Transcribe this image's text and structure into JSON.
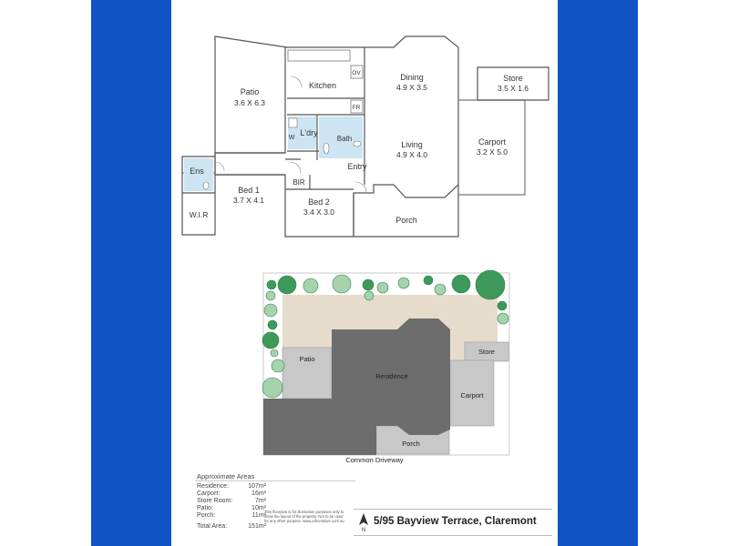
{
  "colors": {
    "side_bars": "#1053c4",
    "wall": "#555555",
    "residence": "#6d6d6d",
    "outdoor": "#c8c8c8",
    "courtyard": "#e6dccb",
    "wet_area": "#cde4f3",
    "tree_light": "#a6d3ad",
    "tree_dark": "#3d9a5a"
  },
  "floorplan": {
    "rooms": {
      "patio": {
        "name": "Patio",
        "size": "3.6 X 6.3"
      },
      "kitchen": {
        "name": "Kitchen"
      },
      "dining": {
        "name": "Dining",
        "size": "4.9 X 3.5"
      },
      "store": {
        "name": "Store",
        "size": "3.5 X 1.6"
      },
      "living": {
        "name": "Living",
        "size": "4.9 X 4.0"
      },
      "carport": {
        "name": "Carport",
        "size": "3.2 X 5.0"
      },
      "laundry": {
        "name": "L'dry"
      },
      "bath": {
        "name": "Bath"
      },
      "entry": {
        "name": "Entry"
      },
      "ensuite": {
        "name": "Ens"
      },
      "bed1": {
        "name": "Bed 1",
        "size": "3.7 X 4.1"
      },
      "bed2": {
        "name": "Bed 2",
        "size": "3.4 X 3.0"
      },
      "bir": {
        "name": "BIR"
      },
      "wir": {
        "name": "W.I.R"
      },
      "porch": {
        "name": "Porch"
      },
      "oven": {
        "name": "OV"
      },
      "fridge": {
        "name": "FR"
      },
      "washer": {
        "name": "W"
      }
    }
  },
  "siteplan": {
    "patio": "Patio",
    "residence": "Residence",
    "store": "Store",
    "carport": "Carport",
    "porch": "Porch",
    "driveway": "Common Driveway"
  },
  "areas": {
    "title": "Approximate Areas",
    "rows": [
      {
        "label": "Residence:",
        "value": "107m²"
      },
      {
        "label": "Carport:",
        "value": "16m²"
      },
      {
        "label": "Store Room:",
        "value": "7m²"
      },
      {
        "label": "Patio:",
        "value": "10m²"
      },
      {
        "label": "Porch:",
        "value": "11m²"
      }
    ],
    "total_label": "Total Area:",
    "total_value": "151m²"
  },
  "disclaimer": "This floorplan is for illustration purposes only to show the layout of the property. Not to be used for any other purpose. www.orbcreative.com.au",
  "compass": "N",
  "address": "5/95 Bayview Terrace, Claremont"
}
